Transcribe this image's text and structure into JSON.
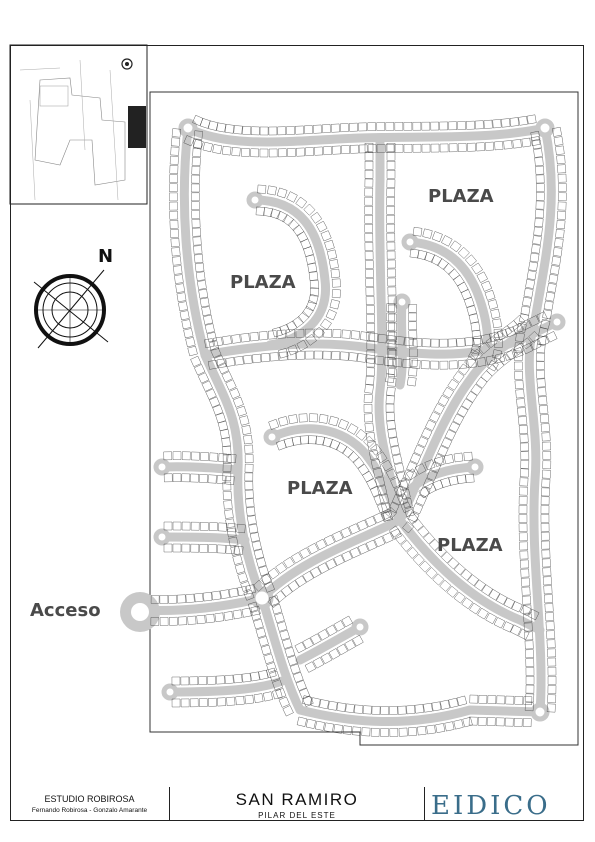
{
  "map": {
    "plazas": [
      "PLAZA",
      "PLAZA",
      "PLAZA",
      "PLAZA"
    ],
    "access_label": "Acceso",
    "north_label": "N",
    "road_color": "#c8c8c8",
    "lot_outline_color": "#333333"
  },
  "footer": {
    "studio": "ESTUDIO ROBIROSA",
    "authors": "Fernando Robirosa - Gonzalo Amarante",
    "project": "SAN RAMIRO",
    "location": "PILAR DEL ESTE",
    "brand": "EIDICO",
    "brand_color": "#3a6d8a"
  }
}
